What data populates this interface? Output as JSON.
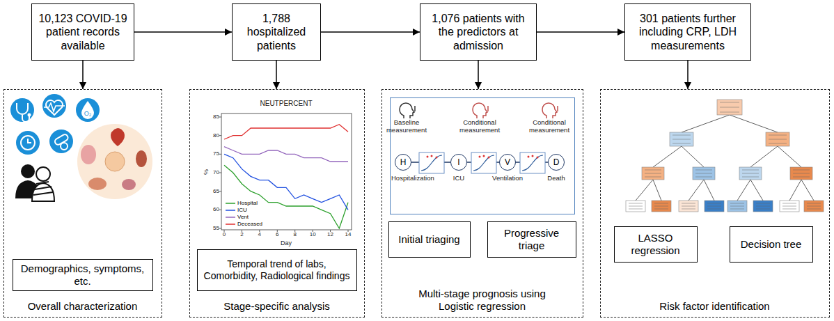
{
  "diagram": {
    "nodes": [
      {
        "text": [
          "10,123 COVID-19 patient records available"
        ]
      },
      {
        "text": [
          "1,788 hospitalized patients"
        ]
      },
      {
        "text": [
          "1,076 patients with the predictors at admission"
        ]
      },
      {
        "text": [
          "301 patients further including CRP, LDH measurements"
        ]
      },
      {
        "text": [
          "Overall characterization"
        ]
      },
      {
        "text": [
          "Demographics, symptoms, etc."
        ],
        "in": 4
      },
      {
        "text": [
          "Stage-specific analysis"
        ]
      },
      {
        "text": [
          "Temporal trend of labs, Comorbidity, Radiological findings"
        ],
        "in": 6
      },
      {
        "text": [
          "Multi-stage prognosis using Logistic regression"
        ]
      },
      {
        "text": [
          "Baseline measurement",
          "Conditional measurement",
          "Conditional measurement",
          "Hospitalization",
          "ICU",
          "Ventilation",
          "Death"
        ],
        "in": 8
      },
      {
        "text": [
          "H"
        ],
        "in": 9
      },
      {
        "text": [
          "I"
        ],
        "in": 9
      },
      {
        "text": [
          "V"
        ],
        "in": 9
      },
      {
        "text": [
          "D"
        ],
        "in": 9
      },
      {
        "text": [
          "Initial triaging"
        ],
        "in": 8
      },
      {
        "text": [
          "Progressive triage"
        ],
        "in": 8
      },
      {
        "text": [
          "Risk factor identification"
        ]
      },
      {
        "text": [
          "LASSO regression"
        ],
        "in": 16
      },
      {
        "text": [
          "Decision tree"
        ],
        "in": 16
      }
    ],
    "edges": [
      {
        "from": 0,
        "to": 1,
        "arrow": "to"
      },
      {
        "from": 1,
        "to": 2,
        "arrow": "to"
      },
      {
        "from": 2,
        "to": 3,
        "arrow": "to"
      },
      {
        "from": 0,
        "to": 4,
        "arrow": "to"
      },
      {
        "from": 1,
        "to": 6,
        "arrow": "to"
      },
      {
        "from": 2,
        "to": 8,
        "arrow": "to"
      },
      {
        "from": 3,
        "to": 16,
        "arrow": "to"
      },
      {
        "from": 10,
        "to": 11,
        "arrow": "none"
      },
      {
        "from": 11,
        "to": 12,
        "arrow": "none"
      },
      {
        "from": 12,
        "to": 13,
        "arrow": "none"
      }
    ],
    "labels": [
      "NEUTPERCENT",
      "%",
      "85",
      "80",
      "75",
      "70",
      "65",
      "60",
      "55",
      "0",
      "2",
      "4",
      "6",
      "8",
      "10",
      "12",
      "14",
      "Day",
      "O₂"
    ],
    "legend": [
      {
        "text": "Hospital"
      },
      {
        "text": "ICU"
      },
      {
        "text": "Vent"
      },
      {
        "text": "Deceased"
      }
    ]
  }
}
